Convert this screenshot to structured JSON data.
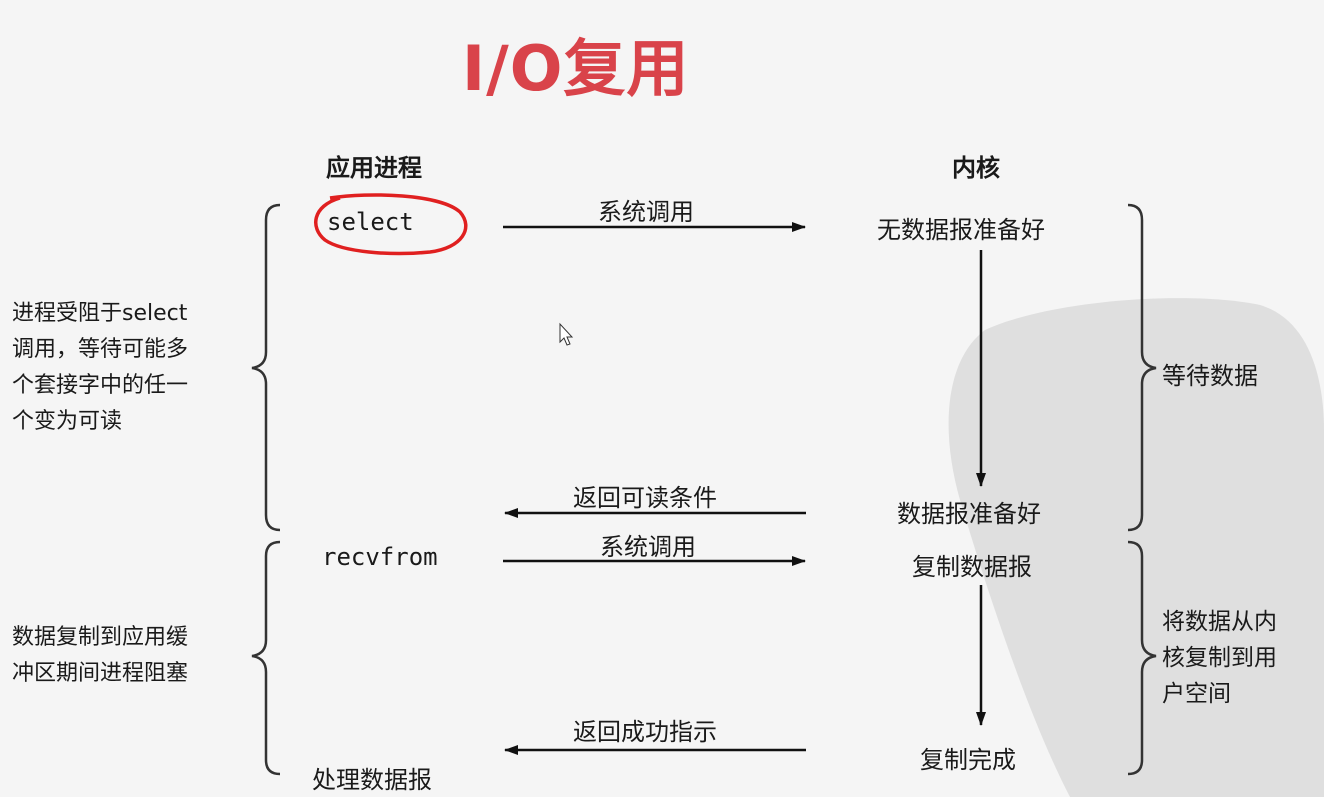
{
  "title": "I/O复用",
  "columns": {
    "app": "应用进程",
    "kernel": "内核"
  },
  "app": {
    "select": "select",
    "recvfrom": "recvfrom",
    "process": "处理数据报"
  },
  "arrows": {
    "syscall1": "系统调用",
    "readable": "返回可读条件",
    "syscall2": "系统调用",
    "success": "返回成功指示"
  },
  "kernel": {
    "not_ready": "无数据报准备好",
    "ready": "数据报准备好",
    "copying": "复制数据报",
    "done": "复制完成"
  },
  "left_notes": {
    "blocked_select": [
      "进程受阻于select",
      "调用，等待可能多",
      "个套接字中的任一",
      "个变为可读"
    ],
    "blocked_copy": [
      "数据复制到应用缓",
      "冲区期间进程阻塞"
    ]
  },
  "right_notes": {
    "wait": "等待数据",
    "copy": [
      "将数据从内",
      "核复制到用",
      "户空间"
    ]
  },
  "colors": {
    "title": "#d9434a",
    "circle": "#e02020",
    "watermark": "#d8d8d8"
  }
}
